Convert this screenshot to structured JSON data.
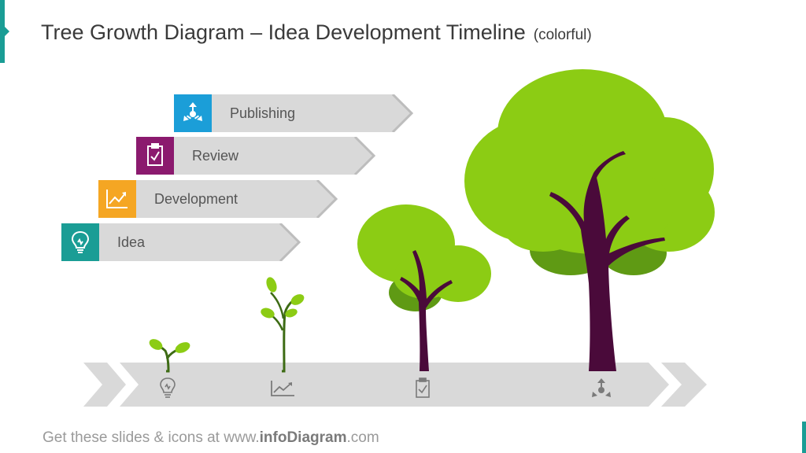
{
  "title": "Tree Growth Diagram – Idea Development Timeline",
  "subtitle": "(colorful)",
  "footer": {
    "prefix": "Get these slides & icons at www.",
    "brand": "infoDiagram",
    "suffix": ".com"
  },
  "stages": [
    {
      "label": "Publishing",
      "color": "#1b9ed8",
      "icon": "share-icon"
    },
    {
      "label": "Review",
      "color": "#8b1a6e",
      "icon": "clipboard-check-icon"
    },
    {
      "label": "Development",
      "color": "#f5a623",
      "icon": "chart-up-icon"
    },
    {
      "label": "Idea",
      "color": "#1a9d95",
      "icon": "lightbulb-icon"
    }
  ],
  "colors": {
    "band": "#d9d9d9",
    "band_edge": "#bdbdbd",
    "leaf_light": "#8ccc14",
    "leaf_dark": "#5f9a14",
    "sprout_stem": "#3d6b14",
    "trunk": "#4a0a3a",
    "timeline_icon": "#7a7a7a"
  },
  "timeline_icons": [
    "lightbulb-icon",
    "chart-up-icon",
    "clipboard-check-icon",
    "share-icon"
  ]
}
